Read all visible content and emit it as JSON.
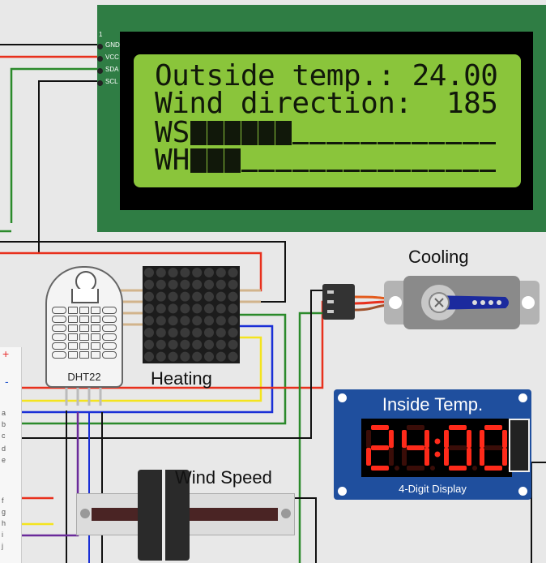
{
  "lcd": {
    "pin_number": "1",
    "pins": [
      "GND",
      "VCC",
      "SDA",
      "SCL"
    ],
    "row1": "Outside temp.: 24.00",
    "row2": "Wind direction:  185",
    "bar1_label": "WS",
    "bar1_level": 0.31,
    "bar2_label": "WH",
    "bar2_level": 0.19
  },
  "dht": {
    "label": "DHT22"
  },
  "matrix": {
    "caption": "Heating"
  },
  "servo": {
    "caption": "Cooling"
  },
  "seven_segment": {
    "title": "Inside Temp.",
    "digits": "24:00",
    "subtitle": "4-Digit Display",
    "segment_color": "#ff2a1a"
  },
  "slider": {
    "caption": "Wind Speed",
    "level": 0.37
  },
  "breadboard": {
    "rows": [
      "a",
      "b",
      "c",
      "d",
      "e",
      "f",
      "g",
      "h",
      "i",
      "j"
    ],
    "plus": "+",
    "minus": "-"
  },
  "colors": {
    "red_wire": "#e8301d",
    "green_wire": "#2b8a2b",
    "yellow_wire": "#f4e41e",
    "blue_wire": "#1a2fd6",
    "purple_wire": "#6a2a9a",
    "black_wire": "#111111"
  }
}
